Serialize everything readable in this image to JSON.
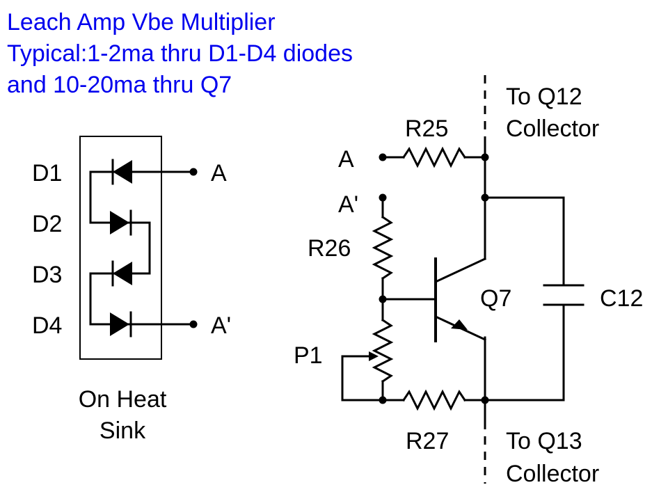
{
  "title": {
    "lines": [
      "Leach Amp Vbe Multiplier",
      "Typical:1-2ma thru D1-D4 diodes",
      "and 10-20ma thru Q7"
    ]
  },
  "heatsink": {
    "diode_labels": [
      "D1",
      "D2",
      "D3",
      "D4"
    ],
    "terminal_a": "A",
    "terminal_a_prime": "A'",
    "caption_line1": "On Heat",
    "caption_line2": "Sink"
  },
  "circuit": {
    "terminal_a": "A",
    "terminal_a_prime": "A'",
    "r25": "R25",
    "r26": "R26",
    "r27": "R27",
    "p1": "P1",
    "q7": "Q7",
    "c12": "C12",
    "to_top_line1": "To Q12",
    "to_top_line2": "Collector",
    "to_bottom_line1": "To Q13",
    "to_bottom_line2": "Collector"
  },
  "colors": {
    "title": "#0000ee",
    "lines": "#000000",
    "background": "#ffffff"
  }
}
